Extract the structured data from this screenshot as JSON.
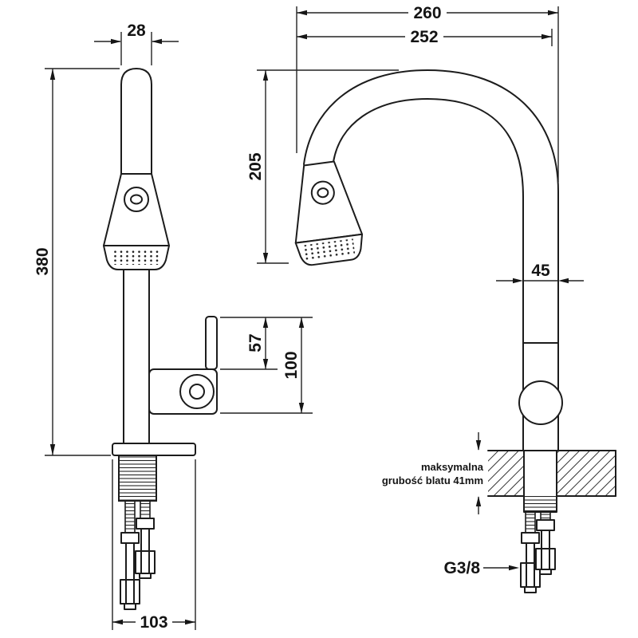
{
  "drawing": {
    "front_view": {
      "dim_spout_width": "28",
      "dim_total_height": "380",
      "dim_handle_height": "57",
      "dim_body_height": "100",
      "dim_base_width": "103"
    },
    "side_view": {
      "dim_total_depth": "260",
      "dim_spout_reach": "252",
      "dim_spout_height": "205",
      "dim_body_width": "45",
      "countertop_note_line1": "maksymalna",
      "countertop_note_line2": "grubość blatu 41mm",
      "thread_size": "G3/8"
    },
    "colors": {
      "line": "#1c1c1c",
      "background": "#ffffff"
    }
  }
}
